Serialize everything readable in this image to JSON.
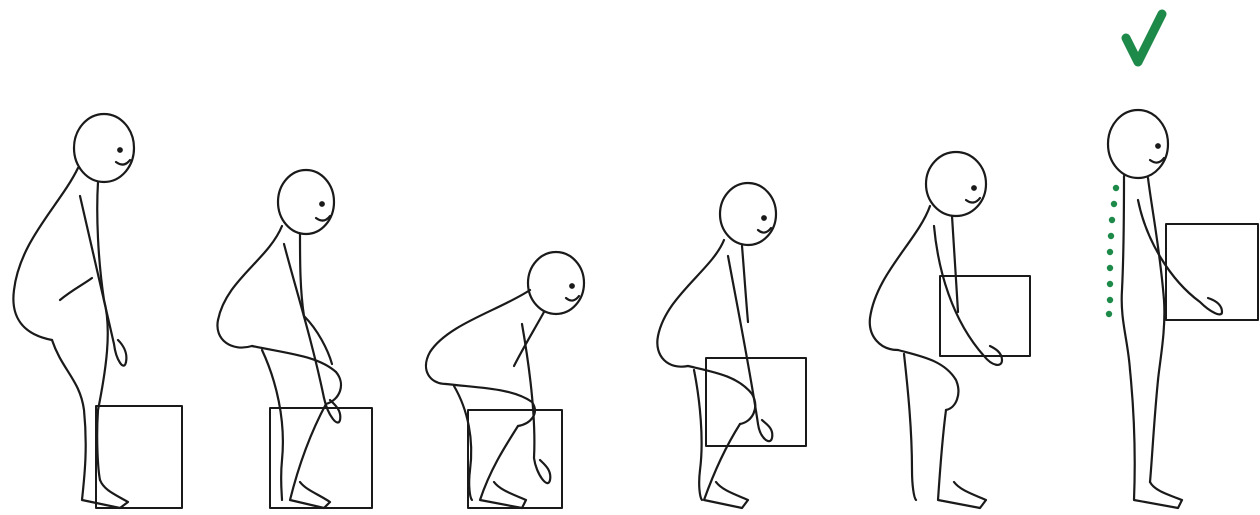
{
  "figure": {
    "type": "illustration",
    "subject": "lifting-sequence",
    "step_count": 6,
    "steps": [
      {
        "id": "step-1",
        "pose": "standing-bent-over-box",
        "holding_box": false
      },
      {
        "id": "step-2",
        "pose": "bending-knees",
        "holding_box": false
      },
      {
        "id": "step-3",
        "pose": "deep-squat-grip-box",
        "holding_box": false
      },
      {
        "id": "step-4",
        "pose": "rising-with-box",
        "holding_box": true
      },
      {
        "id": "step-5",
        "pose": "lifting-box-to-chest",
        "holding_box": true
      },
      {
        "id": "step-6",
        "pose": "upright-straight-spine-holding-box",
        "holding_box": true
      }
    ],
    "marks": {
      "check_icon": "check-mark-icon",
      "spine_indicator": "dotted-spine",
      "accent_color": "#1e8a4a",
      "ink_color": "#1a1a1a"
    }
  }
}
